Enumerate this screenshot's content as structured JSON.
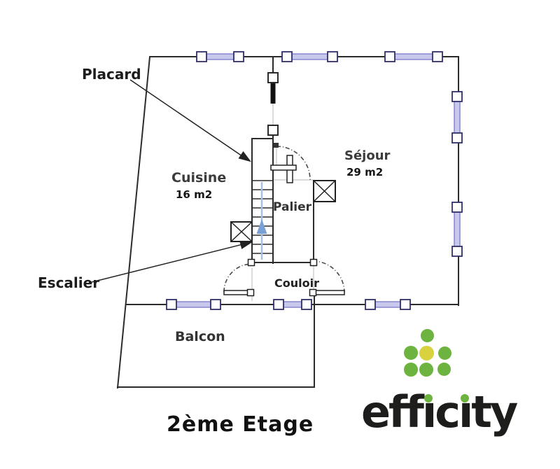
{
  "plan": {
    "title": "2ème Etage",
    "rooms": {
      "cuisine": {
        "label": "Cuisine",
        "area": "16 m2"
      },
      "sejour": {
        "label": "Séjour",
        "area": "29 m2"
      },
      "palier": {
        "label": "Palier"
      },
      "couloir": {
        "label": "Couloir"
      },
      "balcon": {
        "label": "Balcon"
      }
    },
    "callouts": {
      "placard": {
        "label": "Placard"
      },
      "escalier": {
        "label": "Escalier"
      }
    },
    "colors": {
      "wall": "#2b2b2b",
      "window_frame": "#30306a",
      "window_glass": "#c8c8ec",
      "window_glass_edge": "#8d8dd2",
      "stair_direction_arrow": "#7aa0d6",
      "door_arc": "#4a4a4a"
    }
  },
  "logo": {
    "text": "efficity",
    "parts": {
      "p1": "eff",
      "i1": "ı",
      "p2": "c",
      "i2": "ı",
      "p3": "ty"
    },
    "dot_green": "#6cb33f",
    "dot_yellow": "#d8d23f",
    "text_color": "#1d1d1b"
  }
}
